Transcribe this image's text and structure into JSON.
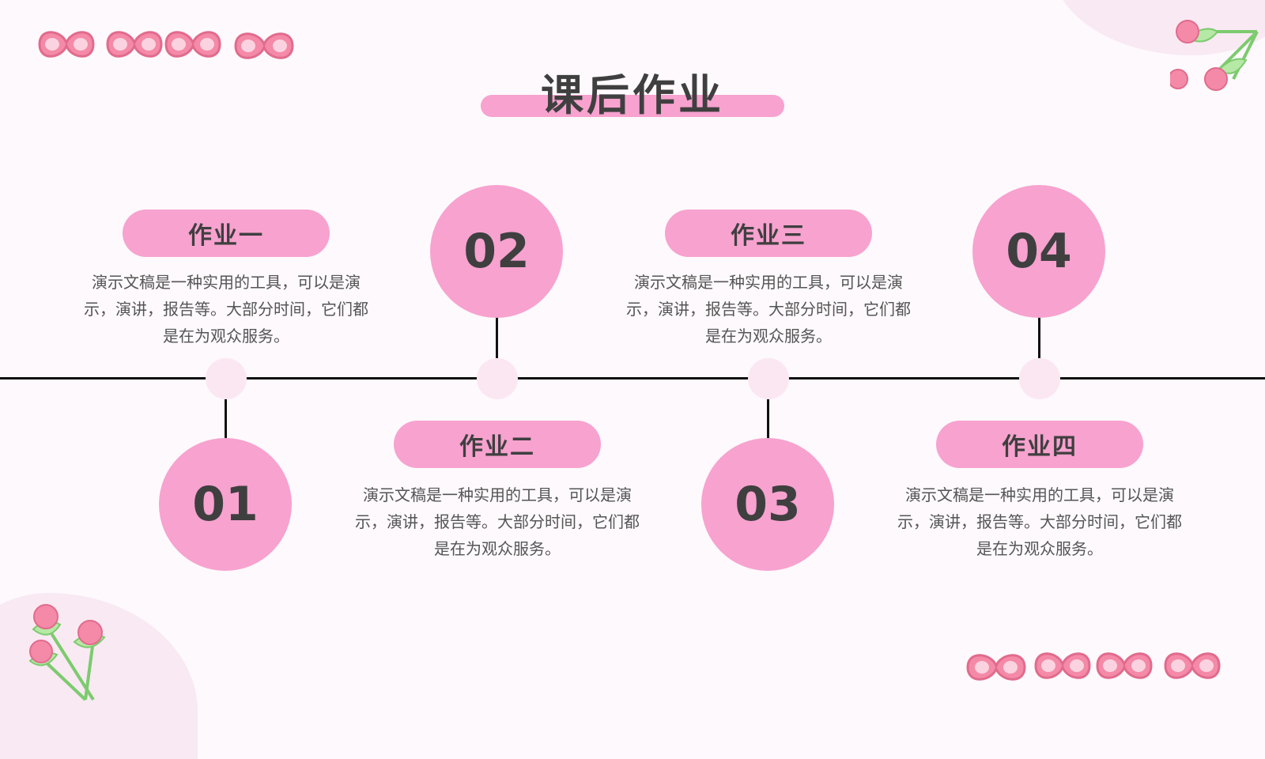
{
  "title": "课后作业",
  "items": [
    {
      "number": "01",
      "heading": "作业一",
      "text": "演示文稿是一种实用的工具，可以是演示，演讲，报告等。大部分时间，它们都是在为观众服务。"
    },
    {
      "number": "02",
      "heading": "作业二",
      "text": "演示文稿是一种实用的工具，可以是演示，演讲，报告等。大部分时间，它们都是在为观众服务。"
    },
    {
      "number": "03",
      "heading": "作业三",
      "text": "演示文稿是一种实用的工具，可以是演示，演讲，报告等。大部分时间，它们都是在为观众服务。"
    },
    {
      "number": "04",
      "heading": "作业四",
      "text": "演示文稿是一种实用的工具，可以是演示，演讲，报告等。大部分时间，它们都是在为观众服务。"
    }
  ],
  "colors": {
    "accent": "#f7a2cf",
    "node": "#fbe7f2",
    "line": "#111111",
    "text": "#3f3f3f",
    "background": "#fdf9fc"
  },
  "decorations": {
    "top_left": "bow-ribbon-icon",
    "bottom_right": "bow-ribbon-icon",
    "top_right": "flower-bud-icon",
    "bottom_left": "flower-bud-icon"
  }
}
